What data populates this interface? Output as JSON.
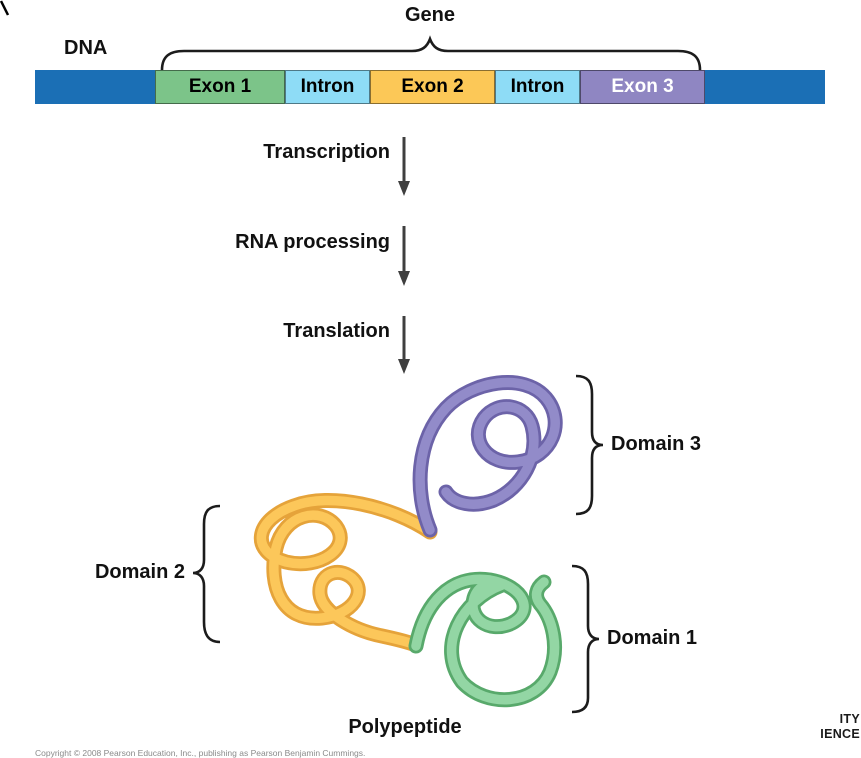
{
  "diagram": {
    "gene_label": "Gene",
    "dna_label": "DNA",
    "bar": {
      "backbone_color": "#1b6fb5",
      "segments": [
        {
          "label": "Exon 1",
          "color": "#7cc489",
          "text_color": "#000000"
        },
        {
          "label": "Intron",
          "color": "#8edcf6",
          "text_color": "#000000"
        },
        {
          "label": "Exon 2",
          "color": "#fcc857",
          "text_color": "#000000"
        },
        {
          "label": "Intron",
          "color": "#8edcf6",
          "text_color": "#000000"
        },
        {
          "label": "Exon 3",
          "color": "#8f86c2",
          "text_color": "#ffffff"
        }
      ]
    },
    "steps": [
      {
        "label": "Transcription"
      },
      {
        "label": "RNA processing"
      },
      {
        "label": "Translation"
      }
    ],
    "domains": [
      {
        "label": "Domain 3"
      },
      {
        "label": "Domain 2"
      },
      {
        "label": "Domain 1"
      }
    ],
    "polypeptide_label": "Polypeptide",
    "line_color": "#1c1c1c",
    "arrow_color": "#3f3f3f",
    "ribbons": {
      "domain3": {
        "edge": "#6c63a8",
        "fill": "#928bc9"
      },
      "domain2": {
        "edge": "#e5a33a",
        "fill": "#fcc75a"
      },
      "domain1": {
        "edge": "#58a96b",
        "fill": "#93d6a4"
      }
    }
  },
  "footer": {
    "copyright": "Copyright © 2008 Pearson Education, Inc., publishing as Pearson Benjamin Cummings.",
    "corner_text_line1": "ITY",
    "corner_text_line2": "IENCE"
  }
}
